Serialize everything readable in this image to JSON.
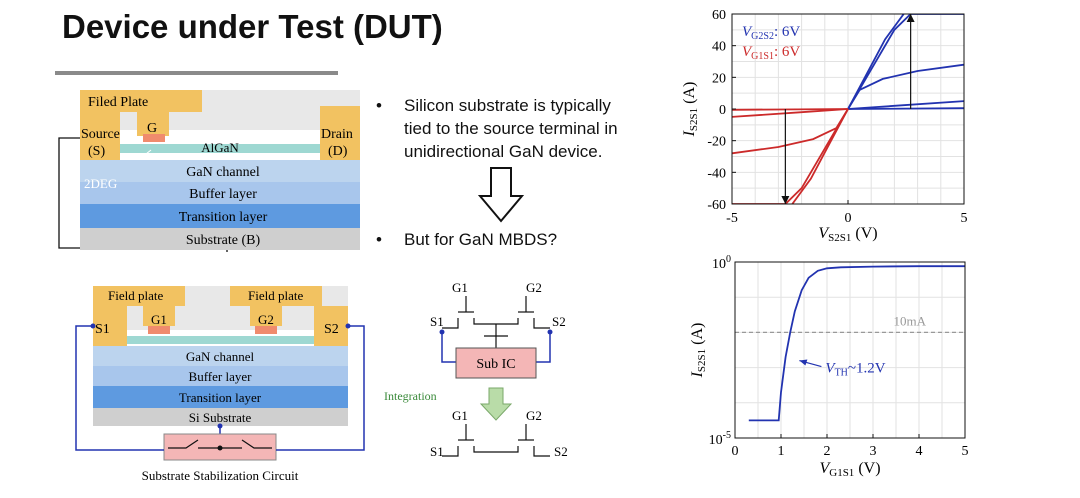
{
  "slide": {
    "title": "Device under Test (DUT)",
    "bullets": [
      {
        "text_lines": [
          "Silicon substrate is typically",
          "tied to the source terminal in",
          "unidirectional GaN device."
        ]
      },
      {
        "text_lines": [
          "But for GaN MBDS?"
        ]
      }
    ],
    "bullet_glyph": "•"
  },
  "cross_section_top": {
    "filed_plate": "Filed Plate",
    "gate": "G",
    "source": "Source",
    "source_s": "(S)",
    "drain": "Drain",
    "drain_d": "(D)",
    "algan": "AlGaN",
    "twodeg": "2DEG",
    "gan_channel": "GaN channel",
    "buffer": "Buffer layer",
    "transition": "Transition layer",
    "substrate": "Substrate (B)"
  },
  "cross_section_bottom": {
    "field_plate_left": "Field plate",
    "field_plate_right": "Field plate",
    "g1": "G1",
    "g2": "G2",
    "s1": "S1",
    "s2": "S2",
    "gan_channel": "GaN channel",
    "buffer": "Buffer layer",
    "transition": "Transition layer",
    "si_substrate": "Si Substrate",
    "circuit_label": "Substrate Stabilization Circuit"
  },
  "schematic": {
    "g1": "G1",
    "g2": "G2",
    "s1": "S1",
    "s2": "S2",
    "sub_ic": "Sub IC",
    "integration": "Integration",
    "g1b": "G1",
    "g2b": "G2",
    "s1b": "S1",
    "s2b": "S2"
  },
  "colors": {
    "gold": "#f2c261",
    "gate_red": "#f08b6d",
    "algan": "#9ed8d2",
    "gan_light": "#bcd4ee",
    "buffer": "#a8c6ec",
    "transition": "#5e9ae0",
    "substrate": "#cfcfcf",
    "sub_ic": "#f4b6b6",
    "arrow_green": "#b9dca8",
    "blue_curve": "#2233b0",
    "red_curve": "#cc2a2a"
  },
  "chart_data": [
    {
      "type": "line",
      "xlabel": "V_S2S1 (V)",
      "ylabel": "I_S2S1 (A)",
      "xlim": [
        -5,
        5
      ],
      "ylim": [
        -60,
        60
      ],
      "xticks": [
        -5,
        0,
        5
      ],
      "yticks": [
        60,
        40,
        20,
        0,
        -20,
        -40,
        -60
      ],
      "grid": true,
      "annotations": [
        "V_G2S2: 6V",
        "V_G1S1: 6V"
      ],
      "annotation_parts": [
        {
          "v": "V",
          "sub": "G2S2",
          "val": ": 6V"
        },
        {
          "v": "V",
          "sub": "G1S1",
          "val": ": 6V"
        }
      ],
      "series": [
        {
          "color": "blue",
          "x": [
            0,
            1,
            2,
            2.7,
            5
          ],
          "y": [
            0,
            25,
            50,
            60,
            60
          ]
        },
        {
          "color": "blue",
          "x": [
            0,
            0.8,
            1.6,
            2.4
          ],
          "y": [
            0,
            22,
            44,
            60
          ]
        },
        {
          "color": "blue",
          "x": [
            0,
            0.5,
            1.5,
            3,
            5
          ],
          "y": [
            0,
            12,
            19,
            24,
            28
          ]
        },
        {
          "color": "blue",
          "x": [
            0,
            2,
            5
          ],
          "y": [
            0,
            2,
            5
          ]
        },
        {
          "color": "blue",
          "x": [
            0,
            5
          ],
          "y": [
            0,
            0.5
          ]
        },
        {
          "color": "red",
          "x": [
            0,
            -1,
            -2,
            -2.7,
            -5
          ],
          "y": [
            0,
            -25,
            -50,
            -60,
            -60
          ]
        },
        {
          "color": "red",
          "x": [
            0,
            -0.8,
            -1.6,
            -2.4
          ],
          "y": [
            0,
            -22,
            -44,
            -60
          ]
        },
        {
          "color": "red",
          "x": [
            0,
            -0.5,
            -1.5,
            -3,
            -5
          ],
          "y": [
            0,
            -12,
            -19,
            -24,
            -28
          ]
        },
        {
          "color": "red",
          "x": [
            0,
            -2,
            -5
          ],
          "y": [
            0,
            -2,
            -5
          ]
        },
        {
          "color": "red",
          "x": [
            0,
            -5
          ],
          "y": [
            0,
            -0.5
          ]
        }
      ],
      "arrows": [
        {
          "x": 2.7,
          "y_from": 0,
          "y_to": 60
        },
        {
          "x": -2.7,
          "y_from": 0,
          "y_to": -60
        }
      ]
    },
    {
      "type": "line",
      "xlabel": "V_G1S1 (V)",
      "ylabel": "I_S2S1 (A)",
      "xlim": [
        0,
        5
      ],
      "ylim_log": [
        -5,
        0
      ],
      "xticks": [
        0,
        1,
        2,
        3,
        4,
        5
      ],
      "ytick_labels": [
        "10^0",
        "10^-5"
      ],
      "grid": true,
      "reference_line": {
        "label": "10mA",
        "y_log": -2
      },
      "annotation": "V_TH ~ 1.2V",
      "annotation_parts": {
        "v": "V",
        "sub": "TH",
        "val": "~1.2V"
      },
      "series": [
        {
          "color": "blue",
          "x": [
            0.3,
            0.95,
            1.0,
            1.1,
            1.2,
            1.3,
            1.45,
            1.6,
            1.8,
            2.0,
            2.3,
            3,
            4,
            5
          ],
          "y_log": [
            -4.5,
            -4.5,
            -3.7,
            -2.7,
            -2.0,
            -1.4,
            -0.8,
            -0.45,
            -0.25,
            -0.18,
            -0.15,
            -0.13,
            -0.12,
            -0.12
          ]
        }
      ]
    }
  ]
}
